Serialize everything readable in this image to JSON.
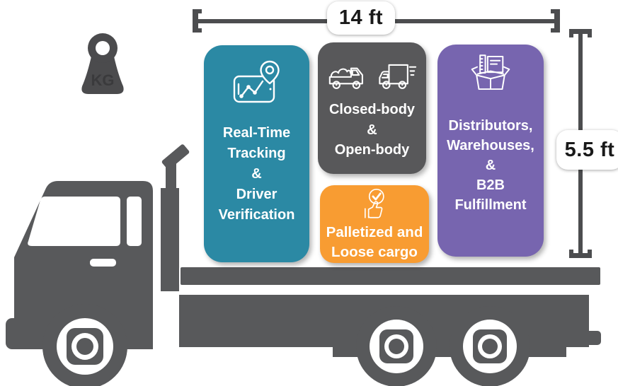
{
  "dimension_labels": {
    "width": "14 ft",
    "height": "5.5 ft"
  },
  "weight_badge": {
    "text": "KG"
  },
  "cards": [
    {
      "name": "real-time-tracking",
      "color": "#2B89A4",
      "icon": "map-route-pin-icon",
      "lines": [
        "Real-Time",
        "Tracking",
        "&",
        "Driver",
        "Verification"
      ]
    },
    {
      "name": "body-types",
      "color": "#58585A",
      "icon": "open-and-closed-truck-icon",
      "lines": [
        "Closed-body",
        "&",
        "Open-body"
      ]
    },
    {
      "name": "cargo-types",
      "color": "#F89C32",
      "icon": "thumbs-up-check-icon",
      "lines": [
        "Palletized and",
        "Loose cargo"
      ]
    },
    {
      "name": "b2b-fulfillment",
      "color": "#7765AF",
      "icon": "open-box-goods-icon",
      "lines": [
        "Distributors,",
        "Warehouses,",
        "&",
        "B2B",
        "Fulfillment"
      ]
    }
  ],
  "colors": {
    "truck_silhouette": "#58595B",
    "measure_line": "#4C4D4F",
    "weight_icon": "#4B4B4D",
    "label_background": "#FFFFFF",
    "label_text": "#1A1A1A"
  }
}
